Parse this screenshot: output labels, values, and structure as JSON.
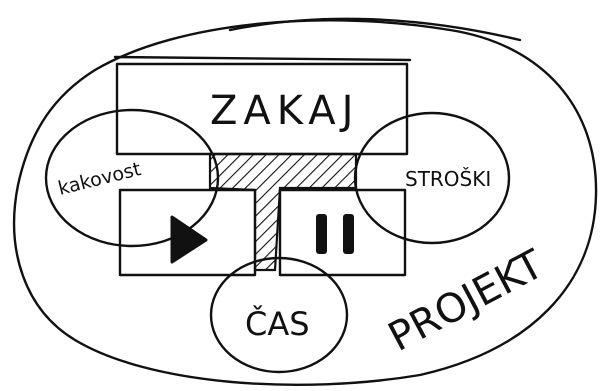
{
  "labels": {
    "center_title": "ZAKAJ",
    "left_circle": "kakovost",
    "right_circle": "STROŠKI",
    "bottom_circle": "ČAS",
    "outer": "PROJEKT"
  },
  "icons": {
    "left_box": "play-icon",
    "right_box": "pause-icon"
  }
}
